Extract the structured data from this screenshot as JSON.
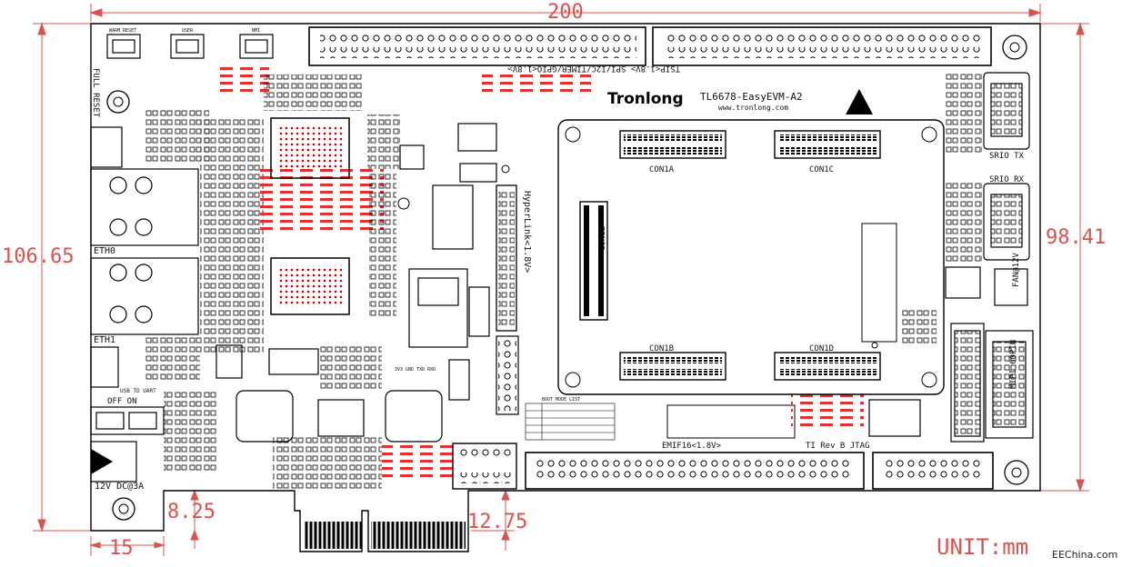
{
  "dimensions": {
    "top_width": "200",
    "left_height": "106.65",
    "right_height": "98.41",
    "bottom_left": "8.25",
    "bottom_left_small": "15",
    "bottom_middle": "12.75",
    "unit": "UNIT:mm"
  },
  "brand": {
    "logo": "Tronlong",
    "model": "TL6678-EasyEVM-A2",
    "url": "www.tronlong.com"
  },
  "labels": {
    "warm_reset": "WARM RESET",
    "user": "USER",
    "nmi": "NMI",
    "full_reset": "FULL RESET",
    "eth0": "ETH0",
    "eth1": "ETH1",
    "usb_to_uart": "USB TO UART",
    "off_on": "OFF  ON",
    "power": "12V DC@3A",
    "hyperlink": "HyperLink<1.8V>",
    "top_header": "TSIP<1.8V> SPI/I2C/TIMER/GPIO<1.8V>",
    "emif": "EMIF16<1.8V>",
    "jtag": "TI Rev B JTAG",
    "srio_tx": "SRIO TX",
    "srio_rx": "SRIO RX",
    "fan": "FAN@12V",
    "mipi": "MIPI 60PIN",
    "boot_mode": "BOOT MODE LIST",
    "con1a": "CON1A",
    "con1b": "CON1B",
    "con1c": "CON1C",
    "con1d": "CON1D",
    "con1e": "CON1E",
    "jtag_pins": "3V3 GND TXD RXD",
    "watermark": "EEChina.com"
  }
}
